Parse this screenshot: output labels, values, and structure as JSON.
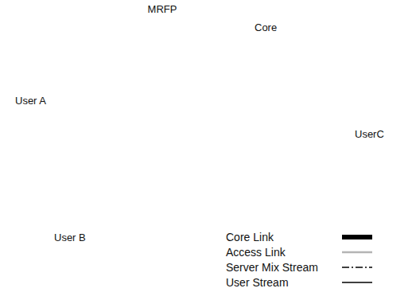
{
  "diagram": {
    "nodes": [
      {
        "text": [
          "MRFP"
        ]
      },
      {
        "text": [
          "Core"
        ]
      },
      {
        "text": [
          "User A"
        ]
      },
      {
        "text": [
          "UserC"
        ]
      },
      {
        "text": [
          "User B"
        ]
      }
    ],
    "edges": [
      {
        "from": 2,
        "to": 0,
        "arrow": "to"
      },
      {
        "from": 3,
        "to": 0,
        "arrow": "to"
      },
      {
        "from": 4,
        "to": 0,
        "arrow": "to"
      },
      {
        "from": 0,
        "to": 2,
        "arrow": "to"
      },
      {
        "from": 0,
        "to": 3,
        "arrow": "to"
      },
      {
        "from": 0,
        "to": 4,
        "arrow": "to"
      }
    ],
    "legend": [
      {
        "text": "Core Link"
      },
      {
        "text": "Access Link"
      },
      {
        "text": "Server Mix Stream"
      },
      {
        "text": "User Stream"
      }
    ]
  }
}
